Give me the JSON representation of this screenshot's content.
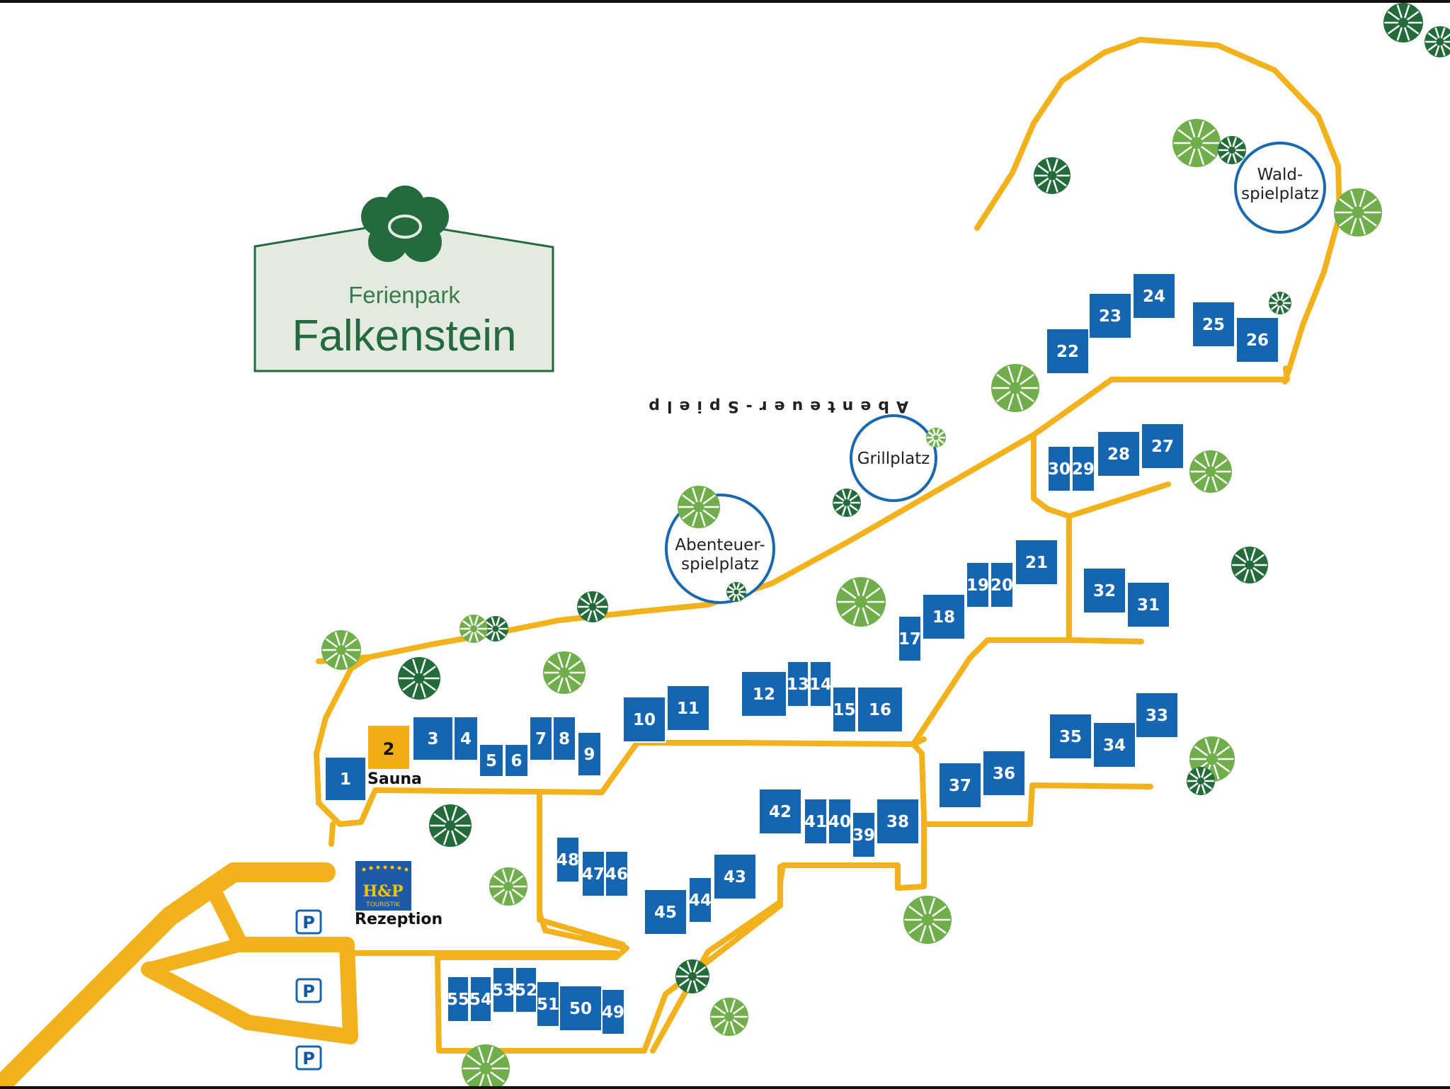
{
  "logo": {
    "line1": "Ferienpark",
    "line2": "Falkenstein"
  },
  "colors": {
    "path": "#f2b21e",
    "house": "#1565b2",
    "sauna": "#f2ad16",
    "tree_light": "#6fae4a",
    "tree_dark": "#236b3b",
    "logo_green": "#246a3e",
    "logo_fill": "#e3ebe1"
  },
  "places": {
    "abenteuer_line1": "Abenteuer-",
    "abenteuer_line2": "spielplatz",
    "grillplatz": "Grillplatz",
    "wald_line1": "Wald-",
    "wald_line2": "spielplatz",
    "flipped_text": "Abenteuer-Spielp"
  },
  "facilities": {
    "sauna_number": "2",
    "sauna_label": "Sauna",
    "reception_label": "Rezeption",
    "reception_logo": "H&P",
    "reception_logo_sub": "TOURISTIK",
    "parking_symbol": "P"
  },
  "houses": [
    "1",
    "3",
    "4",
    "5",
    "6",
    "7",
    "8",
    "9",
    "10",
    "11",
    "12",
    "13",
    "14",
    "15",
    "16",
    "17",
    "18",
    "19",
    "20",
    "21",
    "22",
    "23",
    "24",
    "25",
    "26",
    "27",
    "28",
    "29",
    "30",
    "31",
    "32",
    "33",
    "34",
    "35",
    "36",
    "37",
    "38",
    "39",
    "40",
    "41",
    "42",
    "43",
    "44",
    "45",
    "46",
    "47",
    "48",
    "49",
    "50",
    "51",
    "52",
    "53",
    "54",
    "55"
  ]
}
